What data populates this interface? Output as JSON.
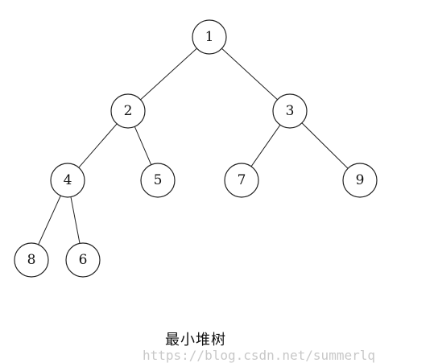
{
  "tree": {
    "nodes": [
      {
        "id": "n1",
        "label": "1"
      },
      {
        "id": "n2",
        "label": "2"
      },
      {
        "id": "n3",
        "label": "3"
      },
      {
        "id": "n4",
        "label": "4"
      },
      {
        "id": "n5",
        "label": "5"
      },
      {
        "id": "n7",
        "label": "7"
      },
      {
        "id": "n9",
        "label": "9"
      },
      {
        "id": "n8",
        "label": "8"
      },
      {
        "id": "n6",
        "label": "6"
      }
    ],
    "edges": [
      [
        "n1",
        "n2"
      ],
      [
        "n1",
        "n3"
      ],
      [
        "n2",
        "n4"
      ],
      [
        "n2",
        "n5"
      ],
      [
        "n3",
        "n7"
      ],
      [
        "n3",
        "n9"
      ],
      [
        "n4",
        "n8"
      ],
      [
        "n4",
        "n6"
      ]
    ]
  },
  "caption": "最小堆树",
  "watermark": "https://blog.csdn.net/summerlq"
}
